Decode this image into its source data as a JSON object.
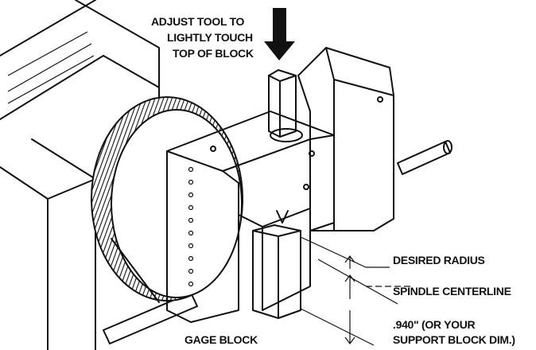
{
  "labels": {
    "adjust_line1": "ADJUST TOOL TO",
    "adjust_line2": "LIGHTLY TOUCH",
    "adjust_line3": "TOP OF BLOCK",
    "desired_radius": "DESIRED RADIUS",
    "spindle_centerline": "SPINDLE CENTERLINE",
    "support_line1": ".940\" (OR YOUR",
    "support_line2": "SUPPORT BLOCK DIM.)",
    "gage_block": "GAGE BLOCK"
  },
  "colors": {
    "ink": "#111111",
    "paper": "#ffffff"
  },
  "icons": {
    "pointer": "down-arrow-icon"
  }
}
